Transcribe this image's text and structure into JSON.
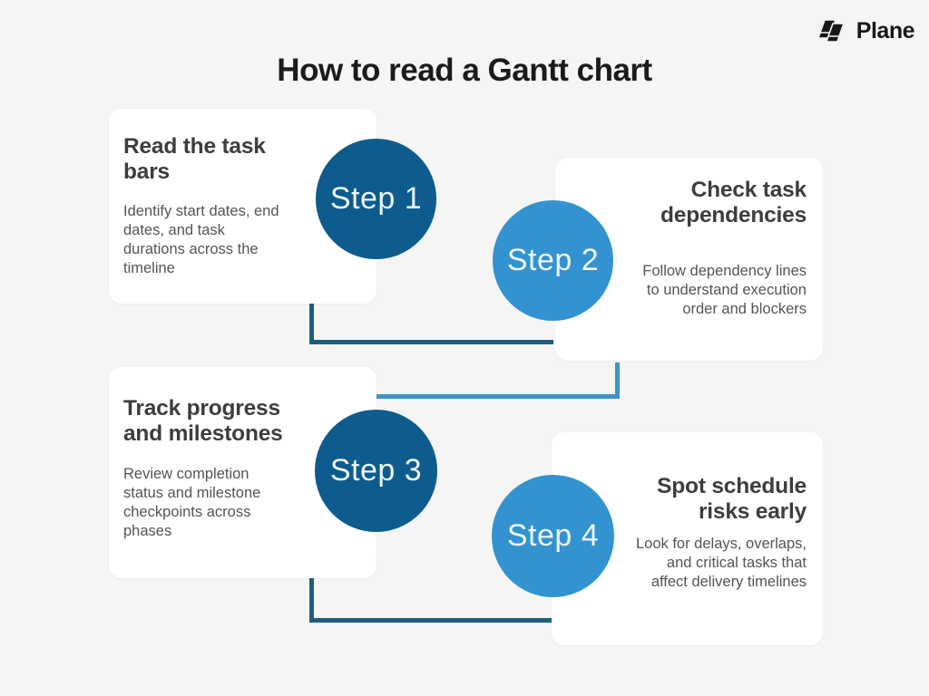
{
  "page": {
    "title": "How to read a Gantt chart",
    "background": "#f5f5f3"
  },
  "brand": {
    "name": "Plane",
    "icon": "plane-logo-icon",
    "color": "#17181c"
  },
  "colors": {
    "step_dark": "#0d5c8d",
    "step_light": "#3293d0",
    "connector_dark": "#1d5e7e",
    "connector_light": "#3d93c8",
    "card_bg": "#ffffff",
    "heading_text": "#3d3d3d",
    "body_text": "#545454"
  },
  "steps": [
    {
      "label": "Step 1",
      "heading": "Read the task bars",
      "body": "Identify start dates, end dates, and task durations across the timeline",
      "circle_color": "#0d5c8d"
    },
    {
      "label": "Step 2",
      "heading": "Check task dependencies",
      "body": "Follow dependency lines to understand execution order and blockers",
      "circle_color": "#3293d0"
    },
    {
      "label": "Step 3",
      "heading": "Track progress and milestones",
      "body": "Review completion status and milestone checkpoints across phases",
      "circle_color": "#0d5c8d"
    },
    {
      "label": "Step 4",
      "heading": "Spot schedule risks early",
      "body": "Look for delays, overlaps, and critical tasks that affect delivery timelines",
      "circle_color": "#3293d0"
    }
  ]
}
